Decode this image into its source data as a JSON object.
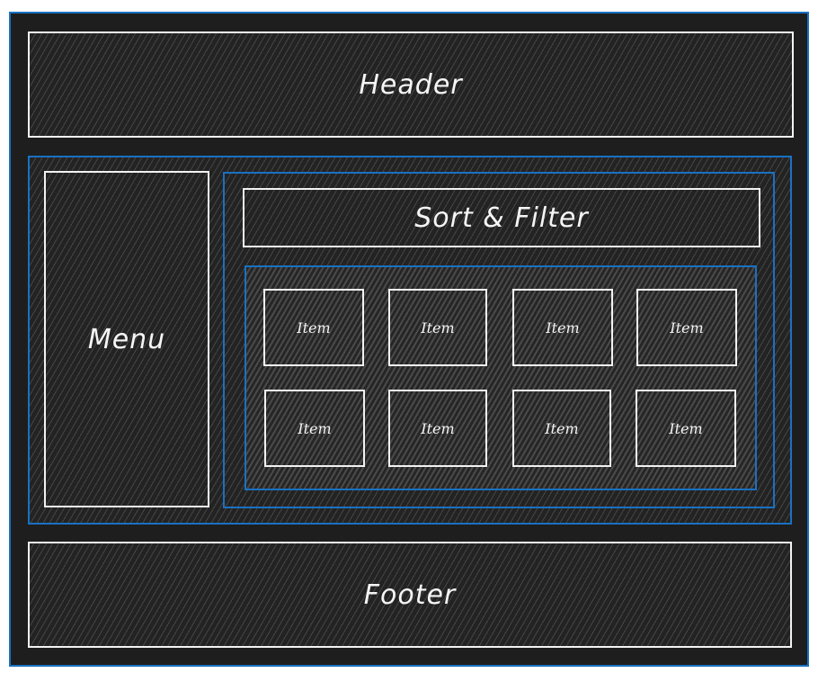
{
  "diagram": {
    "header": {
      "label": "Header"
    },
    "menu": {
      "label": "Menu"
    },
    "sort_filter": {
      "label": "Sort & Filter"
    },
    "items": [
      {
        "label": "Item"
      },
      {
        "label": "Item"
      },
      {
        "label": "Item"
      },
      {
        "label": "Item"
      },
      {
        "label": "Item"
      },
      {
        "label": "Item"
      },
      {
        "label": "Item"
      },
      {
        "label": "Item"
      }
    ],
    "footer": {
      "label": "Footer"
    }
  },
  "colors": {
    "background": "#1e1e1e",
    "container_stroke": "#1971c2",
    "box_stroke": "#f2f2f2",
    "text": "#f5f5f5"
  }
}
